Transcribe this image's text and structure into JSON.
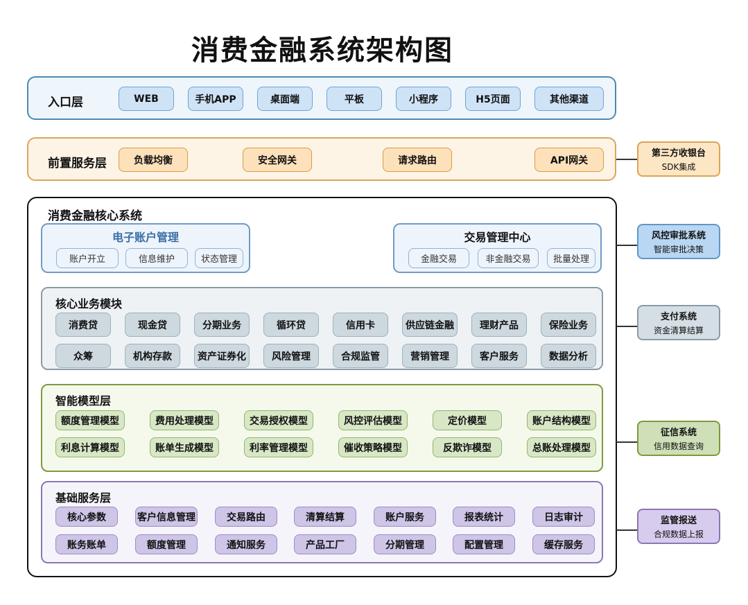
{
  "title": "消费金融系统架构图",
  "entry_layer": {
    "label": "入口层",
    "items": [
      "WEB",
      "手机APP",
      "桌面端",
      "平板",
      "小程序",
      "H5页面",
      "其他渠道"
    ]
  },
  "front_layer": {
    "label": "前置服务层",
    "items": [
      "负载均衡",
      "安全网关",
      "请求路由",
      "API网关"
    ]
  },
  "core_system": {
    "label": "消费金融核心系统",
    "account_mgmt": {
      "label": "电子账户管理",
      "items": [
        "账户开立",
        "信息维护",
        "状态管理"
      ]
    },
    "trade_center": {
      "label": "交易管理中心",
      "items": [
        "金融交易",
        "非金融交易",
        "批量处理"
      ]
    },
    "business": {
      "label": "核心业务模块",
      "items": [
        "消费贷",
        "现金贷",
        "分期业务",
        "循环贷",
        "信用卡",
        "供应链金融",
        "理财产品",
        "保险业务",
        "众筹",
        "机构存款",
        "资产证券化",
        "风险管理",
        "合规监管",
        "营销管理",
        "客户服务",
        "数据分析"
      ]
    },
    "models": {
      "label": "智能模型层",
      "items": [
        "额度管理模型",
        "费用处理模型",
        "交易授权模型",
        "风控评估模型",
        "定价模型",
        "账户结构模型",
        "利息计算模型",
        "账单生成模型",
        "利率管理模型",
        "催收策略模型",
        "反欺诈模型",
        "总账处理模型"
      ]
    },
    "base": {
      "label": "基础服务层",
      "items": [
        "核心参数",
        "客户信息管理",
        "交易路由",
        "清算结算",
        "账户服务",
        "报表统计",
        "日志审计",
        "账务账单",
        "额度管理",
        "通知服务",
        "产品工厂",
        "分期管理",
        "配置管理",
        "缓存服务"
      ]
    }
  },
  "external_systems": [
    {
      "title": "第三方收银台",
      "subtitle": "SDK集成",
      "color": "#fde6c4"
    },
    {
      "title": "风控审批系统",
      "subtitle": "智能审批决策",
      "color": "#b9d6f2"
    },
    {
      "title": "支付系统",
      "subtitle": "资金清算结算",
      "color": "#d5dee4"
    },
    {
      "title": "征信系统",
      "subtitle": "信用数据查询",
      "color": "#cfe0b8"
    },
    {
      "title": "监管报送",
      "subtitle": "合规数据上报",
      "color": "#d8ccee"
    }
  ]
}
